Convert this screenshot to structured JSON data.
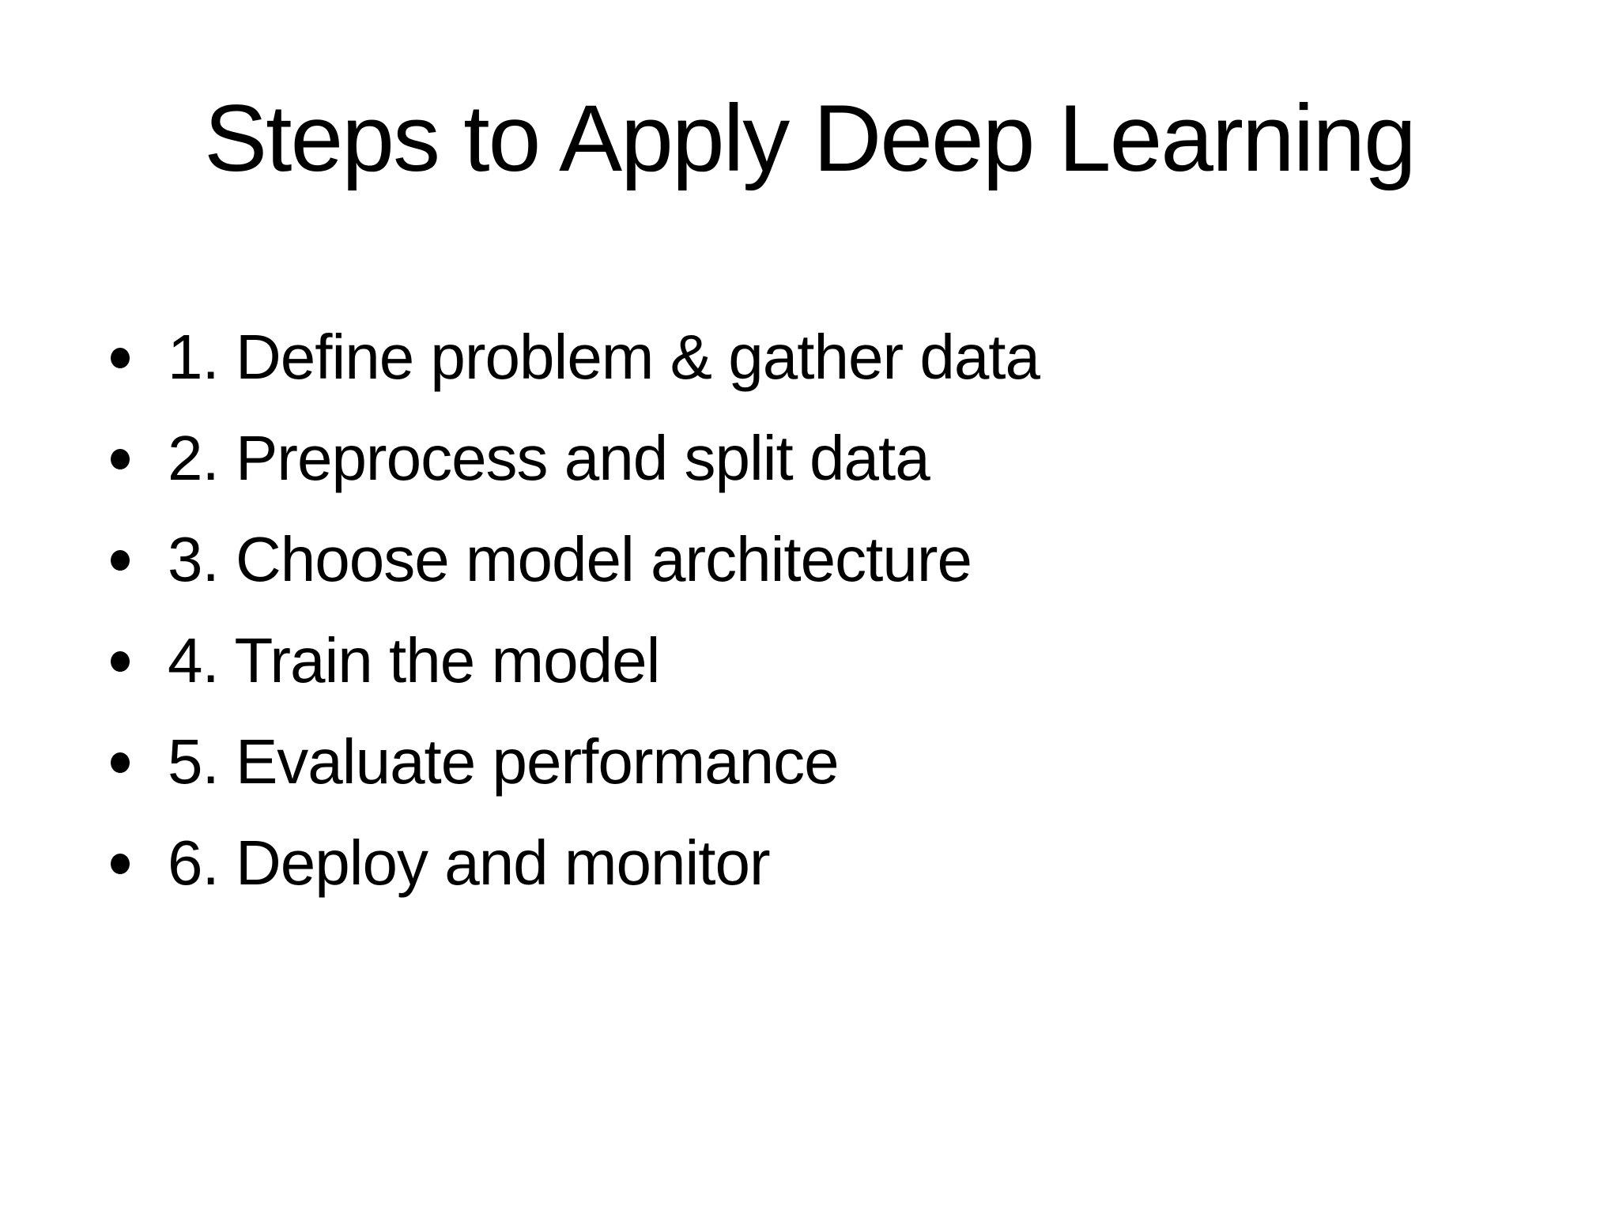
{
  "slide": {
    "title": "Steps to Apply Deep Learning",
    "bullets": [
      "1. Define problem & gather data",
      "2. Preprocess and split data",
      "3. Choose model architecture",
      "4. Train the model",
      "5. Evaluate performance",
      "6. Deploy and monitor"
    ]
  }
}
